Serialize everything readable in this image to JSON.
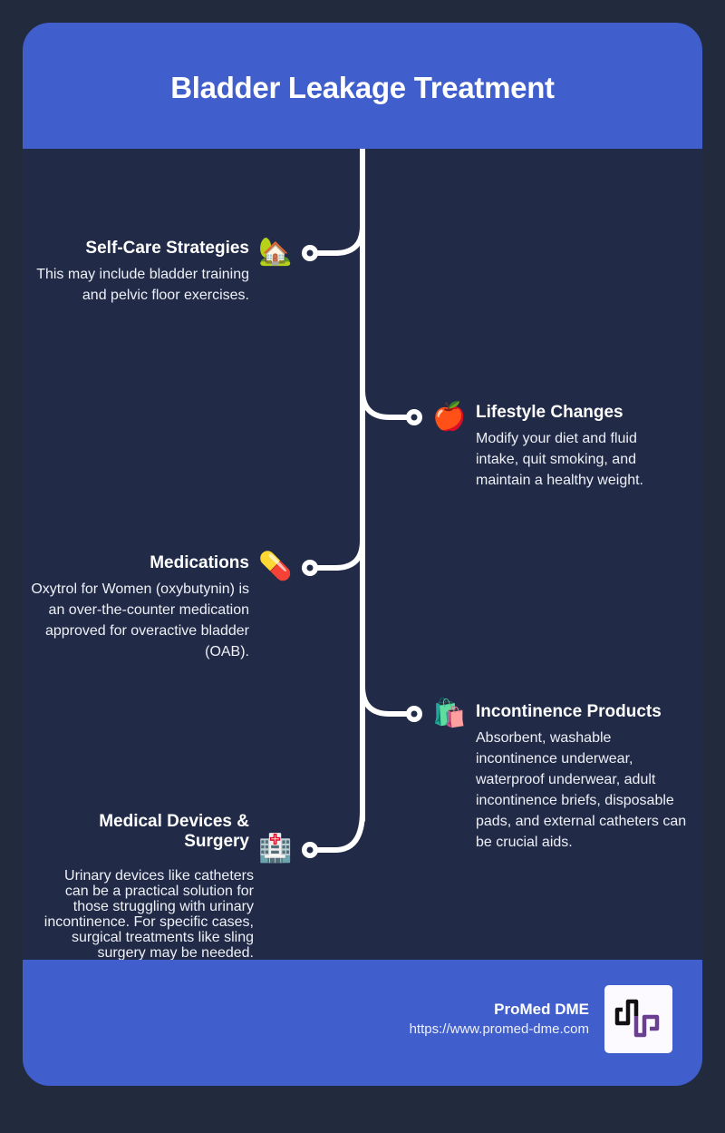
{
  "header": {
    "title": "Bladder Leakage Treatment"
  },
  "colors": {
    "background": "#222a3e",
    "card_body": "#212b48",
    "accent_blue": "#405fcd",
    "line": "#ffffff",
    "logo_black": "#111111",
    "logo_purple": "#6b3f8f"
  },
  "timeline": {
    "items": [
      {
        "side": "left",
        "icon": "house-with-garden-icon",
        "emoji": "🏡",
        "title": "Self-Care Strategies",
        "description": "This may include bladder training and pelvic floor exercises."
      },
      {
        "side": "right",
        "icon": "red-apple-icon",
        "emoji": "🍎",
        "title": "Lifestyle Changes",
        "description": "Modify your diet and fluid intake, quit smoking, and maintain a healthy weight."
      },
      {
        "side": "left",
        "icon": "pill-icon",
        "emoji": "💊",
        "title": "Medications",
        "description": "Oxytrol for Women (oxybutynin) is an over-the-counter medication approved for overactive bladder (OAB)."
      },
      {
        "side": "right",
        "icon": "shopping-bags-icon",
        "emoji": "🛍️",
        "title": "Incontinence Products",
        "description": "Absorbent, washable incontinence underwear, waterproof underwear, adult incontinence briefs, disposable pads, and external catheters can be crucial aids."
      },
      {
        "side": "left",
        "icon": "hospital-icon",
        "emoji": "🏥",
        "title": "Medical Devices & Surgery",
        "description": "Urinary devices like catheters can be a practical solution for those struggling with urinary incontinence. For specific cases, surgical treatments like sling surgery may be needed."
      }
    ]
  },
  "footer": {
    "brand_name": "ProMed DME",
    "url": "https://www.promed-dme.com",
    "logo_icon": "promed-logo-icon"
  }
}
